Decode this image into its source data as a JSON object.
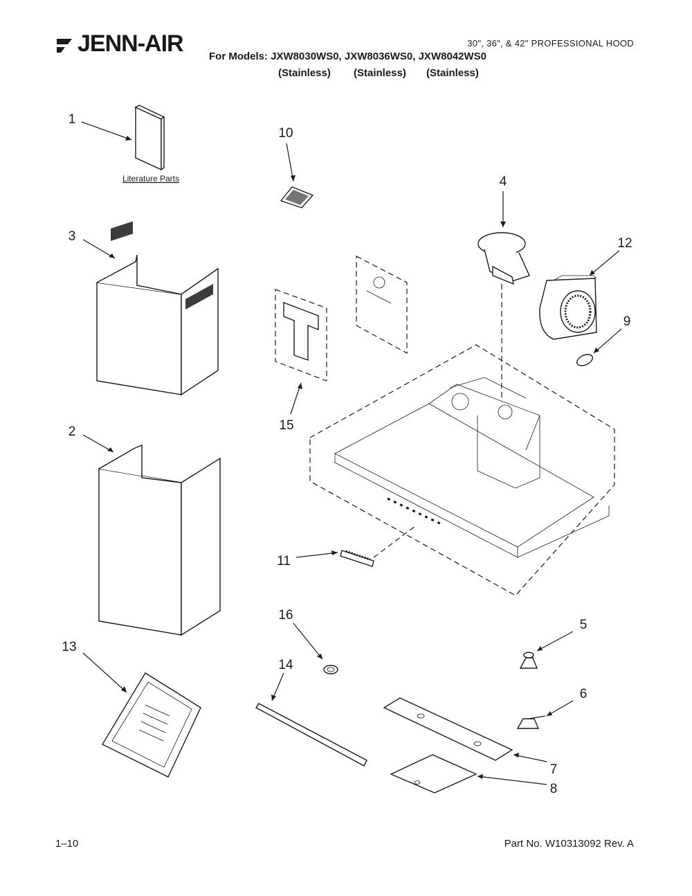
{
  "header": {
    "brand": "JENN-AIR",
    "product": "30\", 36\", & 42\" PROFESSIONAL HOOD",
    "models_line": "For Models: JXW8030WS0, JXW8036WS0, JXW8042WS0",
    "variants": [
      "(Stainless)",
      "(Stainless)",
      "(Stainless)"
    ]
  },
  "diagram": {
    "literature_label": "Literature Parts",
    "callouts": [
      "1",
      "2",
      "3",
      "4",
      "5",
      "6",
      "7",
      "8",
      "9",
      "10",
      "11",
      "12",
      "13",
      "14",
      "15",
      "16"
    ]
  },
  "footer": {
    "page": "1–10",
    "part_number": "Part No. W10313092 Rev. A"
  }
}
